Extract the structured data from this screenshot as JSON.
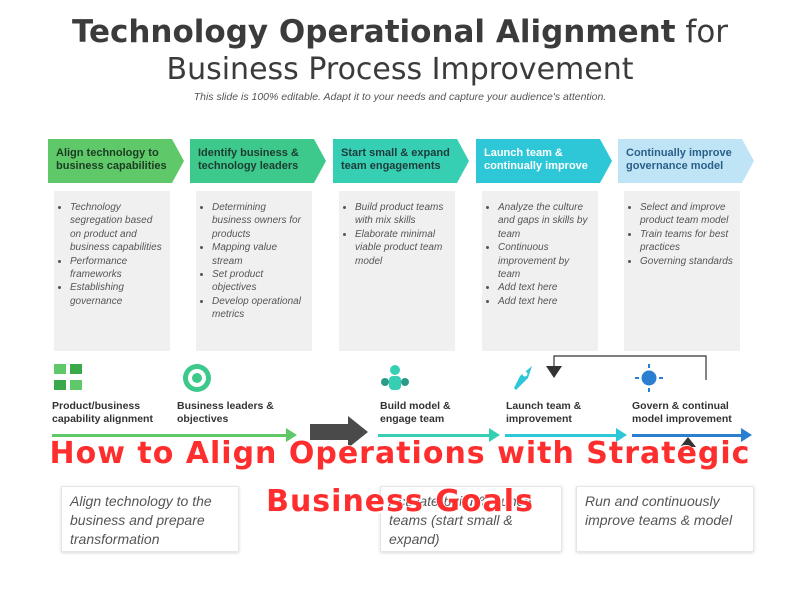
{
  "title": {
    "bold": "Technology Operational Alignment",
    "rest": " for",
    "line2": "Business Process Improvement"
  },
  "subtitle": "This slide is 100% editable. Adapt it to your needs and capture your audience's attention.",
  "columns": [
    {
      "header": "Align technology to business capabilities",
      "color": "#5fc96a",
      "items": [
        "Technology segregation based on product and business capabilities",
        "Performance frameworks",
        "Establishing governance"
      ]
    },
    {
      "header": "Identify business & technology leaders",
      "color": "#3ec98c",
      "items": [
        "Determining business owners for products",
        "Mapping value stream",
        "Set product objectives",
        "Develop operational metrics"
      ]
    },
    {
      "header": "Start small & expand team engagements",
      "color": "#37cfb4",
      "items": [
        "Build product teams with mix skills",
        "Elaborate minimal viable product team model"
      ]
    },
    {
      "header": "Launch team & continually improve",
      "color": "#2ec7d8",
      "items": [
        "Analyze the culture and gaps in skills by team",
        "Continuous improvement by team",
        "Add text here",
        "Add text here"
      ]
    },
    {
      "header": "Continually improve governance model",
      "color": "#2aa3e0",
      "items": [
        "Select and improve product team model",
        "Train teams for best practices",
        "Governing standards"
      ]
    }
  ],
  "stages": [
    {
      "label": "Product/business capability alignment",
      "icon": "process-flow-icon"
    },
    {
      "label": "Business leaders & objectives",
      "icon": "target-icon"
    },
    {
      "label": "Build model & engage team",
      "icon": "team-icon"
    },
    {
      "label": "Launch team & improvement",
      "icon": "rocket-icon"
    },
    {
      "label": "Govern & continual model improvement",
      "icon": "globe-network-icon"
    }
  ],
  "boxes": [
    "Align technology to the business and prepare transformation",
    "Activate(build & launch teams (start small & expand)",
    "Run and continuously improve teams & model"
  ],
  "overlay": {
    "line1": "How to Align Operations with Strategic",
    "line2": "Business Goals"
  },
  "colors": {
    "green": "#5fc96a",
    "teal": "#37cfb4",
    "cyan": "#2ec7d8",
    "blue": "#2aa3e0",
    "overlay": "#ff2e2e"
  }
}
